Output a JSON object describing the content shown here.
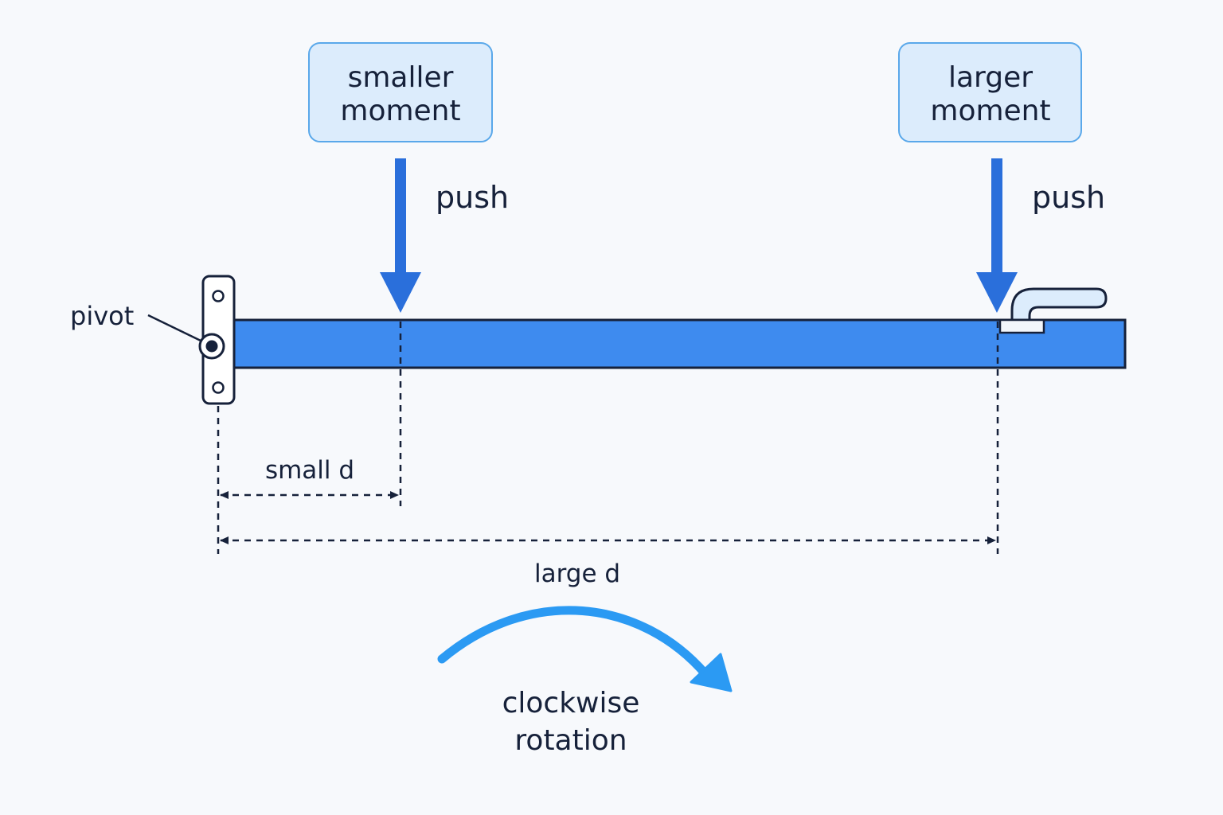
{
  "colors": {
    "background": "#f7f9fc",
    "door": "#3e8bef",
    "outline": "#16213a",
    "push_arrow": "#2a6fdb",
    "callout_fill": "#dcecfc",
    "callout_border": "#5aa8ea",
    "rotation_arrow": "#2b9af3",
    "handle_fill": "#dcecfc"
  },
  "callouts": {
    "smaller": {
      "line1": "smaller",
      "line2": "moment"
    },
    "larger": {
      "line1": "larger",
      "line2": "moment"
    }
  },
  "forces": {
    "near": {
      "label": "push"
    },
    "far": {
      "label": "push"
    }
  },
  "pivot": {
    "label": "pivot"
  },
  "distances": {
    "small": {
      "label": "small d"
    },
    "large": {
      "label": "large d"
    }
  },
  "rotation": {
    "line1": "clockwise",
    "line2": "rotation"
  }
}
